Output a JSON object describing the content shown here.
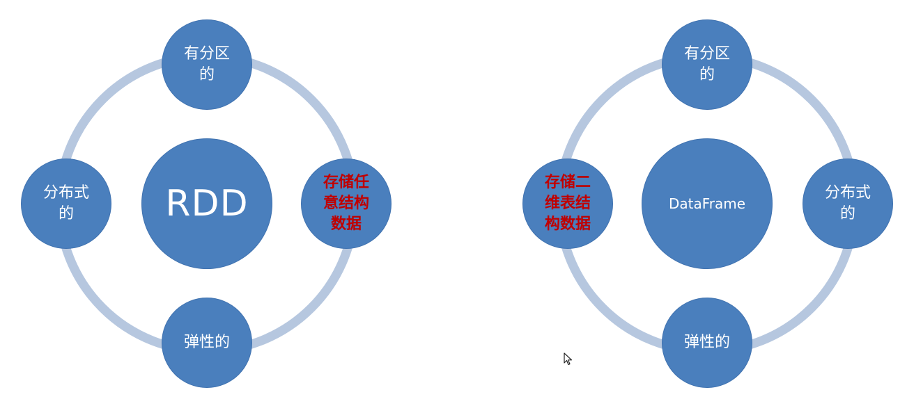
{
  "colors": {
    "node_fill": "#4a7fbd",
    "ring": "#b6c7df",
    "node_text": "#ffffff",
    "highlight_text": "#c00000"
  },
  "left": {
    "center": "RDD",
    "top": "有分区\n的",
    "right": "存储任\n意结构\n数据",
    "bottom": "弹性的",
    "left": "分布式\n的"
  },
  "right": {
    "center": "DataFrame",
    "top": "有分区\n的",
    "right": "分布式\n的",
    "bottom": "弹性的",
    "left": "存储二\n维表结\n构数据"
  },
  "icons": {
    "cursor": "mouse-pointer-icon"
  }
}
